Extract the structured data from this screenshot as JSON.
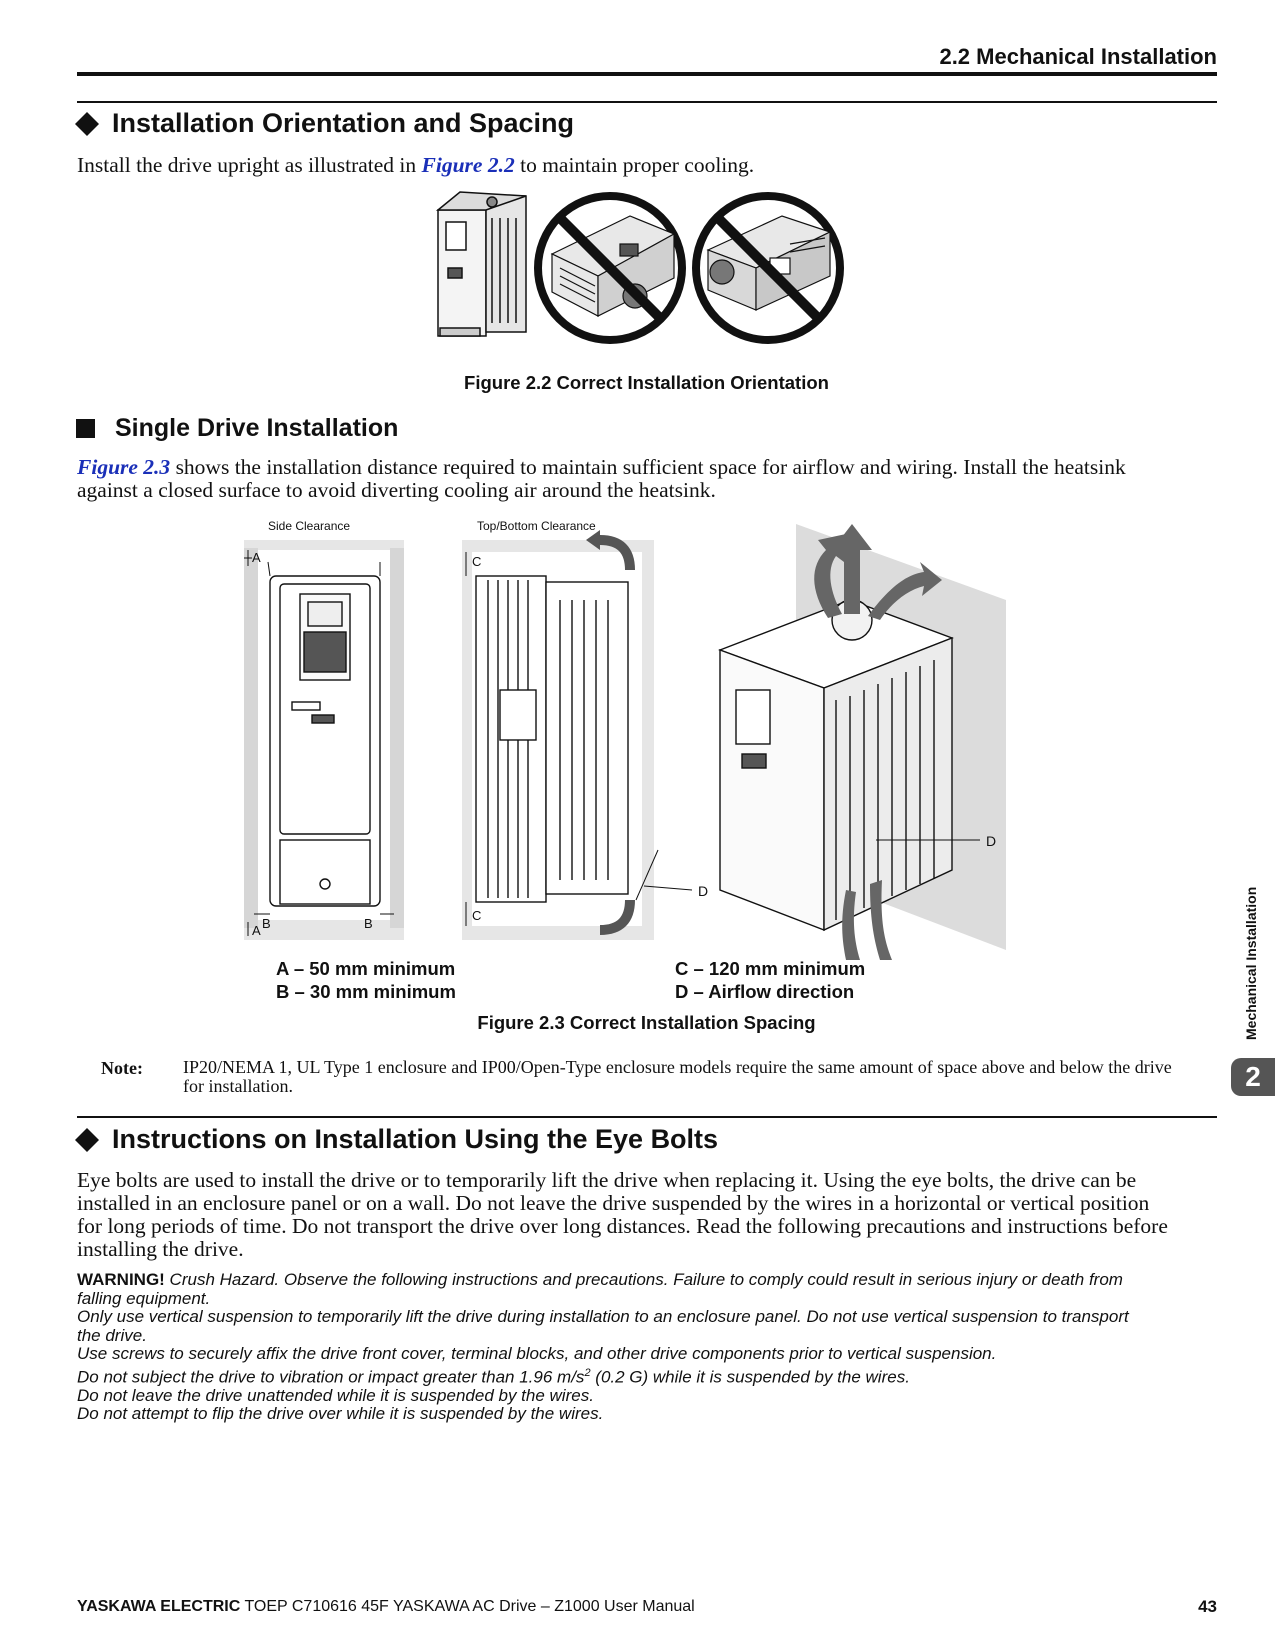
{
  "header": {
    "section_title": "2.2 Mechanical Installation"
  },
  "section1": {
    "title": "Installation Orientation and Spacing",
    "intro_before": "Install the drive upright as illustrated in ",
    "intro_link": "Figure 2.2",
    "intro_after": " to maintain proper cooling.",
    "figure_caption": "Figure 2.2  Correct Installation Orientation"
  },
  "subsection": {
    "title": "Single Drive Installation",
    "para_link": "Figure 2.3",
    "para_rest_line1": " shows the installation distance required to maintain sufficient space for airflow and wiring. Install the heatsink",
    "para_line2": "against a closed surface to avoid diverting cooling air around the heatsink."
  },
  "figure23": {
    "side_label": "Side Clearance",
    "topbottom_label": "Top/Bottom Clearance",
    "dim_a": "A",
    "dim_b": "B",
    "dim_c": "C",
    "dim_d": "D",
    "legend": {
      "a": "A – 50 mm minimum",
      "b": "B – 30 mm minimum",
      "c": "C – 120 mm minimum",
      "d": "D – Airflow direction"
    },
    "caption": "Figure 2.3  Correct Installation Spacing"
  },
  "note": {
    "label": "Note:",
    "line1": "IP20/NEMA 1, UL Type 1 enclosure and IP00/Open-Type enclosure models require the same amount of space above and below the drive",
    "line2": "for installation."
  },
  "section2": {
    "title": "Instructions on Installation Using the Eye Bolts",
    "para": [
      "Eye bolts are used to install the drive or to temporarily lift the drive when replacing it. Using the eye bolts, the drive can be",
      "installed in an enclosure panel or on a wall. Do not leave the drive suspended by the wires in a horizontal or vertical position",
      "for long periods of time. Do not transport the drive over long distances. Read the following precautions and instructions before",
      "installing the drive."
    ]
  },
  "warning": {
    "label": "WARNING!",
    "line1": " Crush Hazard. Observe the following instructions and precautions. Failure to comply could result in serious injury or death from",
    "line2": "falling equipment.",
    "line3": "Only use vertical suspension to temporarily lift the drive during installation to an enclosure panel. Do not use vertical suspension to transport",
    "line4": "the drive.",
    "line5": "Use screws to securely affix the drive front cover, terminal blocks, and other drive components prior to vertical suspension.",
    "line6_before": "Do not subject the drive to vibration or impact greater than 1.96 m/s",
    "line6_sup": "2",
    "line6_after": " (0.2 G) while it is suspended by the wires.",
    "line7": "Do not leave the drive unattended while it is suspended by the wires.",
    "line8": "Do not attempt to flip the drive over while it is suspended by the wires."
  },
  "side_tab": {
    "label": "Mechanical Installation",
    "number": "2"
  },
  "footer": {
    "brand": "YASKAWA ELECTRIC",
    "doc": " TOEP C710616 45F YASKAWA AC Drive – Z1000 User Manual",
    "page": "43"
  }
}
